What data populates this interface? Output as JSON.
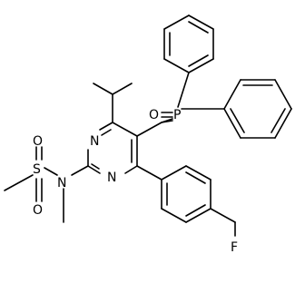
{
  "atoms": {
    "phosphorus": "P",
    "phosphoryl_oxygen": "O",
    "ring_nitrogen_upper": "N",
    "ring_nitrogen_lower": "N",
    "amine_nitrogen": "N",
    "sulfur": "S",
    "sulfonyl_oxygen_upper": "O",
    "sulfonyl_oxygen_lower": "O",
    "fluorine": "F"
  },
  "colors": {
    "bond": "#000000",
    "label": "#000000",
    "background": "#ffffff"
  }
}
